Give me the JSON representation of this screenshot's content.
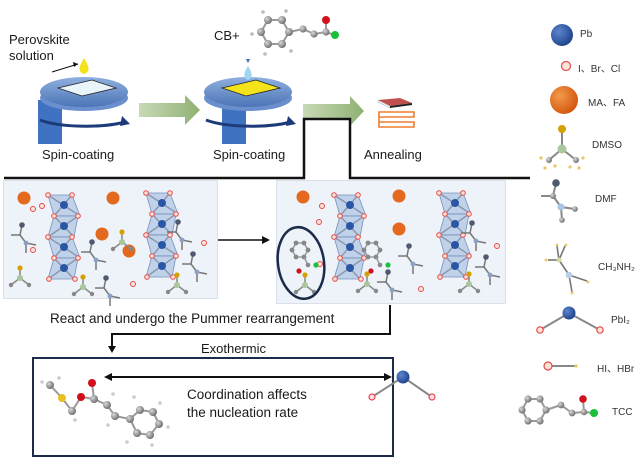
{
  "figure": {
    "steps": [
      {
        "id": "step1",
        "label": "Spin-coating",
        "annotation": "Perovskite solution",
        "annotation_lines": [
          "Perovskite",
          "solution"
        ]
      },
      {
        "id": "step2",
        "label": "Spin-coating",
        "annotation": "CB+"
      },
      {
        "id": "step3",
        "label": "Annealing"
      }
    ],
    "reaction_label": "React and undergo the Pummer rearrangement",
    "exothermic_label": "Exothermic",
    "coordination_lines": [
      "Coordination affects",
      "the nucleation rate"
    ]
  },
  "legend": {
    "items": [
      {
        "name": "pb",
        "label": "Pb",
        "icon": "pb-atom-icon",
        "color": "#2a56a6"
      },
      {
        "name": "halide",
        "label": "I、Br、Cl",
        "icon": "halide-atom-icon",
        "color": "#e64a4a"
      },
      {
        "name": "cation",
        "label": "MA、FA",
        "icon": "cation-sphere-icon",
        "color": "#e2691d"
      },
      {
        "name": "dmso",
        "label": "DMSO",
        "icon": "dmso-molecule-icon"
      },
      {
        "name": "dmf",
        "label": "DMF",
        "icon": "dmf-molecule-icon"
      },
      {
        "name": "ch3nh2",
        "label": "CH₃NH₂",
        "icon": "ch3nh2-molecule-icon"
      },
      {
        "name": "pbi2",
        "label": "PbI₂",
        "icon": "pbi2-molecule-icon"
      },
      {
        "name": "hx",
        "label": "HI、HBr",
        "icon": "hx-molecule-icon"
      },
      {
        "name": "tcc",
        "label": "TCC",
        "icon": "tcc-molecule-icon"
      }
    ]
  },
  "colors": {
    "pb": "#2a56a6",
    "halide": "#e64a4a",
    "cation": "#e2691d",
    "octahedron": "#a9c0e2",
    "arrow_green": "#9ab980",
    "spin_blue": "#5b84c4",
    "box_border": "#1d2b4a",
    "oxygen": "#d0101a",
    "chlorine": "#19c13a",
    "sulfur": "#e8b820"
  }
}
